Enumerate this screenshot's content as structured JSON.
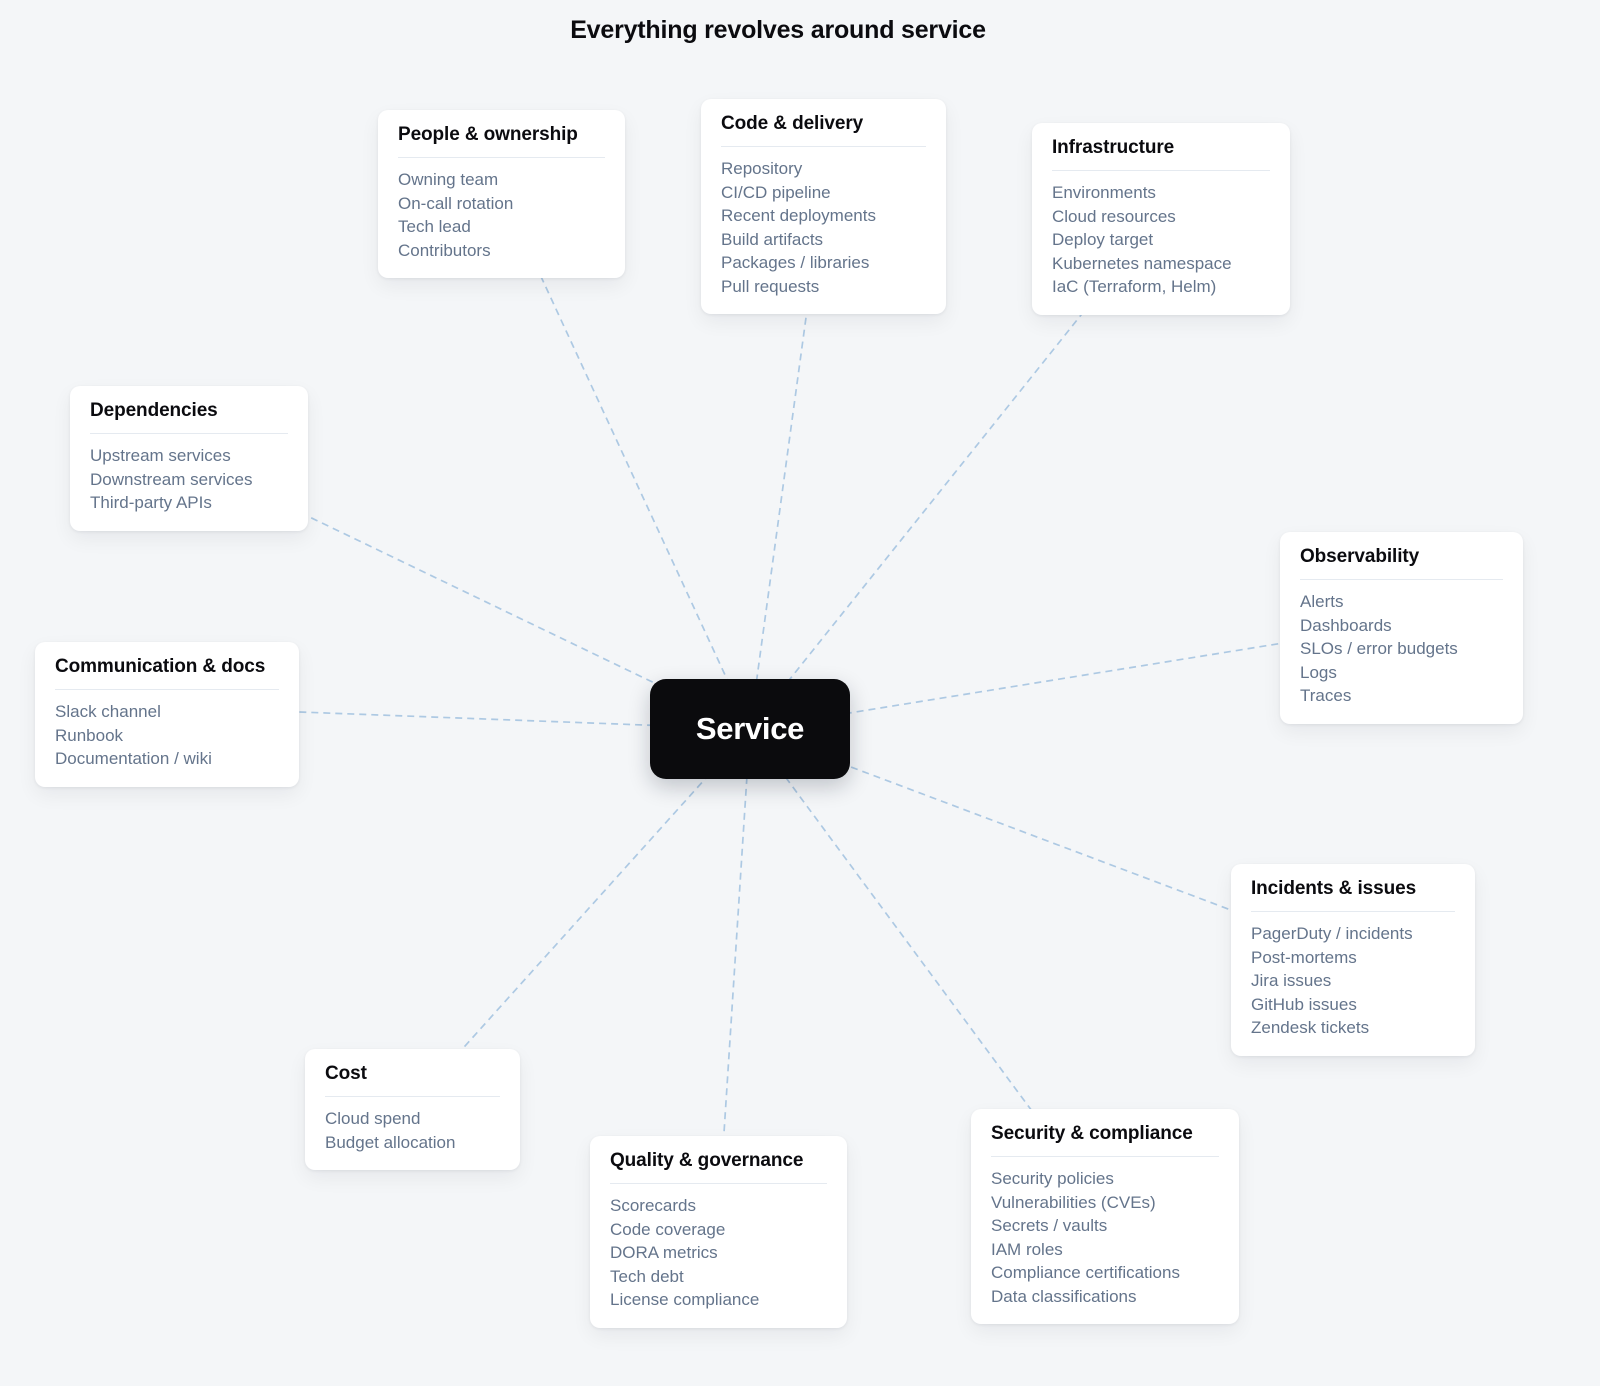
{
  "title": "Everything revolves around service",
  "center": {
    "label": "Service"
  },
  "colors": {
    "page_bg": "#f4f6f8",
    "card_bg": "#ffffff",
    "card_title_text": "#0b0b0f",
    "card_item_text": "#64748b",
    "connector_line": "#adc9e3",
    "center_node_bg": "#0b0b0d",
    "center_node_text": "#ffffff"
  },
  "cards": [
    {
      "id": "people-ownership",
      "title": "People & ownership",
      "items": [
        "Owning team",
        "On-call rotation",
        "Tech lead",
        "Contributors"
      ]
    },
    {
      "id": "code-delivery",
      "title": "Code & delivery",
      "items": [
        "Repository",
        "CI/CD pipeline",
        "Recent deployments",
        "Build artifacts",
        "Packages / libraries",
        "Pull requests"
      ]
    },
    {
      "id": "infrastructure",
      "title": "Infrastructure",
      "items": [
        "Environments",
        "Cloud resources",
        "Deploy target",
        "Kubernetes namespace",
        "IaC (Terraform, Helm)"
      ]
    },
    {
      "id": "dependencies",
      "title": "Dependencies",
      "items": [
        "Upstream services",
        "Downstream services",
        "Third-party APIs"
      ]
    },
    {
      "id": "communication-docs",
      "title": "Communication & docs",
      "items": [
        "Slack channel",
        "Runbook",
        "Documentation / wiki"
      ]
    },
    {
      "id": "observability",
      "title": "Observability",
      "items": [
        "Alerts",
        "Dashboards",
        "SLOs / error budgets",
        "Logs",
        "Traces"
      ]
    },
    {
      "id": "incidents-issues",
      "title": "Incidents & issues",
      "items": [
        "PagerDuty / incidents",
        "Post-mortems",
        "Jira issues",
        "GitHub issues",
        "Zendesk tickets"
      ]
    },
    {
      "id": "cost",
      "title": "Cost",
      "items": [
        "Cloud spend",
        "Budget allocation"
      ]
    },
    {
      "id": "quality-governance",
      "title": "Quality & governance",
      "items": [
        "Scorecards",
        "Code coverage",
        "DORA metrics",
        "Tech debt",
        "License compliance"
      ]
    },
    {
      "id": "security-compliance",
      "title": "Security & compliance",
      "items": [
        "Security policies",
        "Vulnerabilities (CVEs)",
        "Secrets / vaults",
        "IAM roles",
        "Compliance certifications",
        "Data classifications"
      ]
    }
  ]
}
